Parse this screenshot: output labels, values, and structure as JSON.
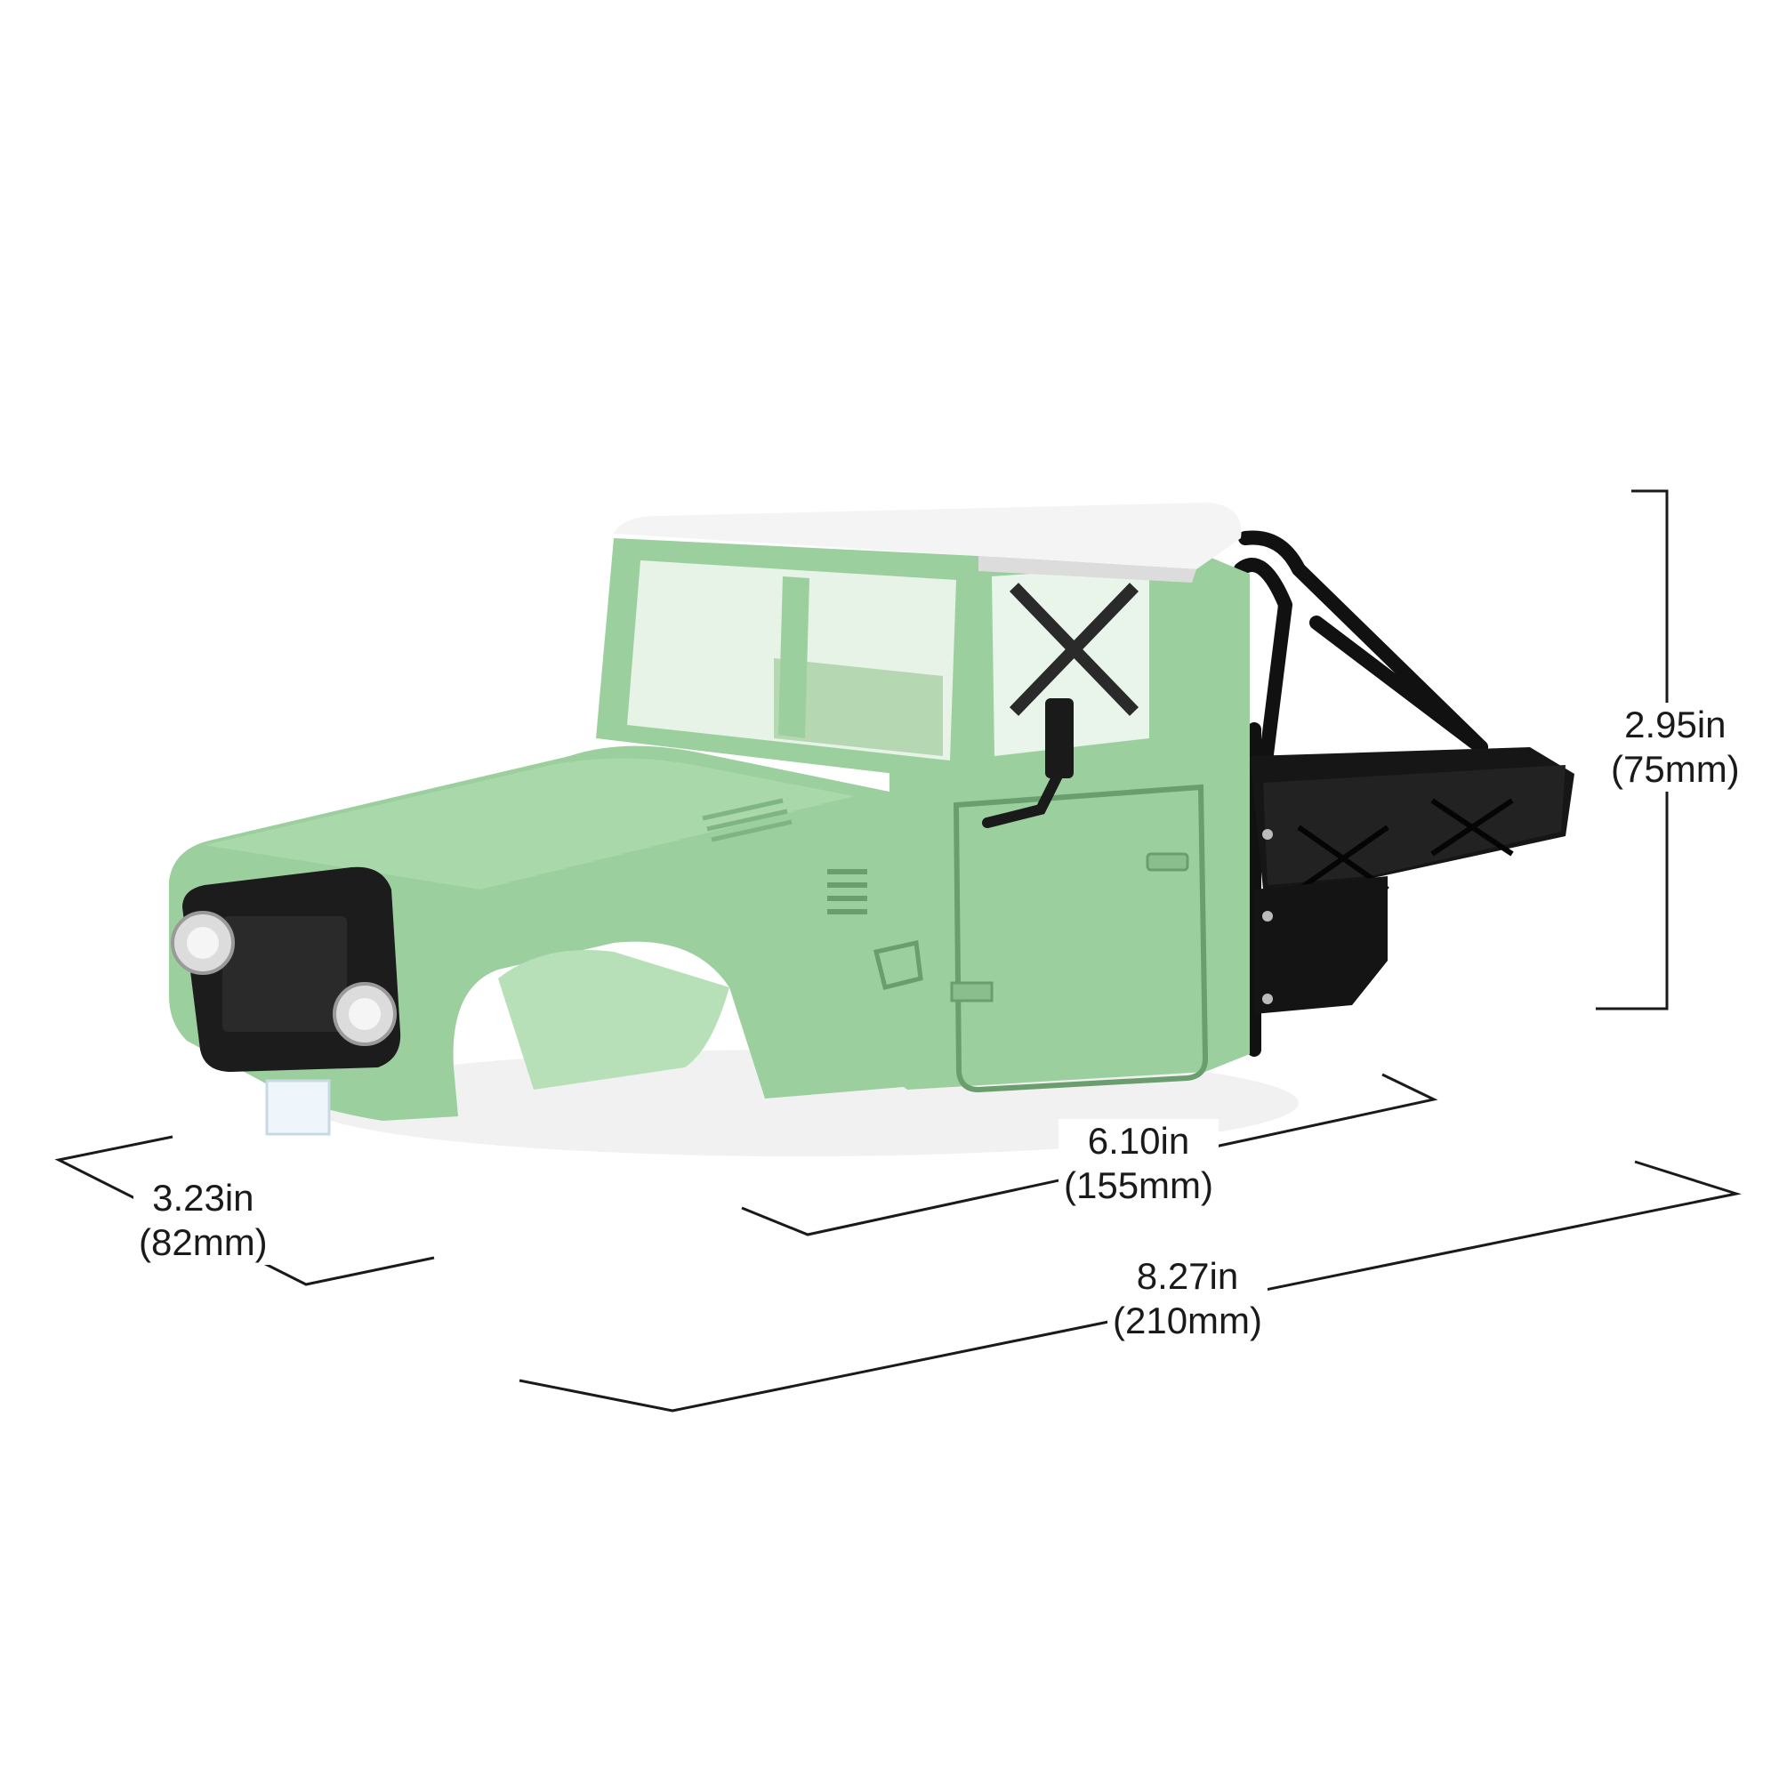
{
  "colors": {
    "body": "#9ccf9e",
    "body_shadow": "#7fb583",
    "body_dark": "#6a9e6f",
    "roof": "#f4f4f4",
    "cage": "#111111",
    "grille": "#1c1c1c",
    "line": "#1a1a1a"
  },
  "dimensions": {
    "height": {
      "inch": "2.95in",
      "mm": "(75mm)"
    },
    "cab_length": {
      "inch": "6.10in",
      "mm": "(155mm)"
    },
    "total_length": {
      "inch": "8.27in",
      "mm": "(210mm)"
    },
    "width": {
      "inch": "3.23in",
      "mm": "(82mm)"
    }
  }
}
